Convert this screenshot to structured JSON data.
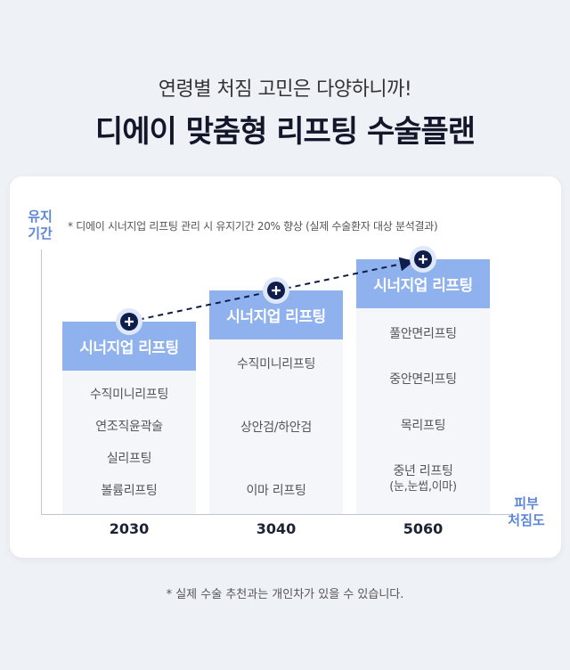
{
  "header": {
    "subtitle": "연령별 처짐 고민은 다양하니까!",
    "title": "디에이 맞춤형 리프팅 수술플랜"
  },
  "axes": {
    "y_label": "유지\n기간",
    "x_label": "피부\n처짐도"
  },
  "note": "*   디에이 시너지업 리프팅 관리 시 유지기간 20% 향상 (실제 수술환자 대상 분석결과)",
  "columns": [
    {
      "year": "2030",
      "header": "시너지업 리프팅",
      "items": [
        "수직미니리프팅",
        "연조직윤곽술",
        "실리프팅",
        "볼륨리프팅"
      ]
    },
    {
      "year": "3040",
      "header": "시너지업 리프팅",
      "items": [
        "수직미니리프팅",
        "상안검/하안검",
        "이마 리프팅"
      ]
    },
    {
      "year": "5060",
      "header": "시너지업 리프팅",
      "items": [
        "풀안면리프팅",
        "중안면리프팅",
        "목리프팅",
        "중년 리프팅"
      ],
      "item_note": "(눈,눈썹,이마)"
    }
  ],
  "footnote": "* 실제 수술 추천과는 개인차가 있을 수 있습니다.",
  "colors": {
    "accent": "#8fb1ee",
    "axis_label": "#5d86d8",
    "marker": "#0f1d4a",
    "background": "#eef1f6"
  },
  "icons": [
    "plus-marker-icon"
  ]
}
